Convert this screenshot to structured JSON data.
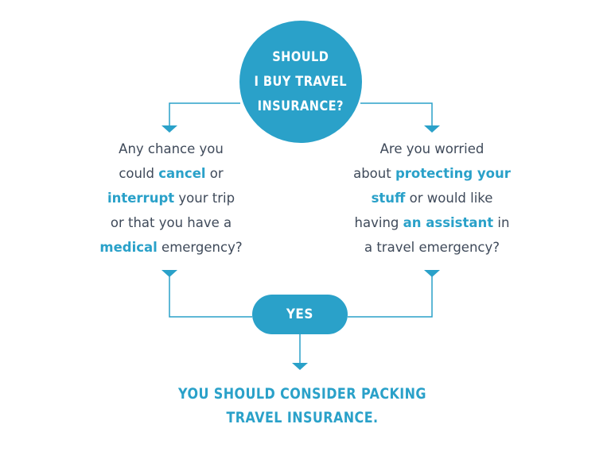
{
  "colors": {
    "accent": "#2aa1c9",
    "body_text": "#3f4a5a",
    "background": "#ffffff"
  },
  "start_node": {
    "lines": [
      "SHOULD",
      "I BUY TRAVEL",
      "INSURANCE?"
    ]
  },
  "question_left": {
    "segments": [
      {
        "text": "Any chance you",
        "highlight": false
      },
      {
        "text": "\n",
        "highlight": false
      },
      {
        "text": "could ",
        "highlight": false
      },
      {
        "text": "cancel",
        "highlight": true
      },
      {
        "text": " or",
        "highlight": false
      },
      {
        "text": "\n",
        "highlight": false
      },
      {
        "text": "interrupt",
        "highlight": true
      },
      {
        "text": " your trip",
        "highlight": false
      },
      {
        "text": "\n",
        "highlight": false
      },
      {
        "text": "or that you have a",
        "highlight": false
      },
      {
        "text": "\n",
        "highlight": false
      },
      {
        "text": "medical",
        "highlight": true
      },
      {
        "text": " emergency?",
        "highlight": false
      }
    ]
  },
  "question_right": {
    "segments": [
      {
        "text": "Are you worried",
        "highlight": false
      },
      {
        "text": "\n",
        "highlight": false
      },
      {
        "text": "about ",
        "highlight": false
      },
      {
        "text": "protecting your",
        "highlight": true
      },
      {
        "text": "\n",
        "highlight": false
      },
      {
        "text": "stuff",
        "highlight": true
      },
      {
        "text": " or would like",
        "highlight": false
      },
      {
        "text": "\n",
        "highlight": false
      },
      {
        "text": "having ",
        "highlight": false
      },
      {
        "text": "an assistant",
        "highlight": true
      },
      {
        "text": " in",
        "highlight": false
      },
      {
        "text": "\n",
        "highlight": false
      },
      {
        "text": "a travel emergency?",
        "highlight": false
      }
    ]
  },
  "decision_node": {
    "label": "YES"
  },
  "conclusion": {
    "lines": [
      "YOU SHOULD CONSIDER PACKING",
      "TRAVEL INSURANCE."
    ]
  }
}
